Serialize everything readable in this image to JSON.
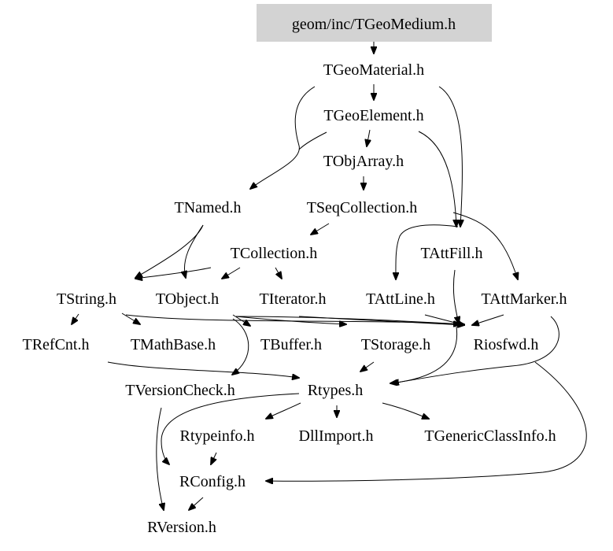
{
  "graph": {
    "root_fill": "#d3d3d3",
    "edge_color": "#000000",
    "nodes": {
      "geom_inc_TGeoMedium_h": "geom/inc/TGeoMedium.h",
      "TGeoMaterial_h": "TGeoMaterial.h",
      "TGeoElement_h": "TGeoElement.h",
      "TObjArray_h": "TObjArray.h",
      "TNamed_h": "TNamed.h",
      "TSeqCollection_h": "TSeqCollection.h",
      "TCollection_h": "TCollection.h",
      "TAttFill_h": "TAttFill.h",
      "TString_h": "TString.h",
      "TObject_h": "TObject.h",
      "TIterator_h": "TIterator.h",
      "TAttLine_h": "TAttLine.h",
      "TAttMarker_h": "TAttMarker.h",
      "TRefCnt_h": "TRefCnt.h",
      "TMathBase_h": "TMathBase.h",
      "TBuffer_h": "TBuffer.h",
      "TStorage_h": "TStorage.h",
      "Riosfwd_h": "Riosfwd.h",
      "TVersionCheck_h": "TVersionCheck.h",
      "Rtypes_h": "Rtypes.h",
      "Rtypeinfo_h": "Rtypeinfo.h",
      "DllImport_h": "DllImport.h",
      "TGenericClassInfo_h": "TGenericClassInfo.h",
      "RConfig_h": "RConfig.h",
      "RVersion_h": "RVersion.h"
    },
    "edges": [
      [
        "geom_inc_TGeoMedium_h",
        "TGeoMaterial_h"
      ],
      [
        "TGeoMaterial_h",
        "TGeoElement_h"
      ],
      [
        "TGeoMaterial_h",
        "TNamed_h"
      ],
      [
        "TGeoMaterial_h",
        "TAttFill_h"
      ],
      [
        "TGeoElement_h",
        "TObjArray_h"
      ],
      [
        "TGeoElement_h",
        "TNamed_h"
      ],
      [
        "TGeoElement_h",
        "TAttFill_h"
      ],
      [
        "TObjArray_h",
        "TSeqCollection_h"
      ],
      [
        "TSeqCollection_h",
        "TCollection_h"
      ],
      [
        "TNamed_h",
        "TString_h"
      ],
      [
        "TNamed_h",
        "TObject_h"
      ],
      [
        "TCollection_h",
        "TObject_h"
      ],
      [
        "TCollection_h",
        "TString_h"
      ],
      [
        "TCollection_h",
        "TIterator_h"
      ],
      [
        "TAttFill_h",
        "TAttLine_h"
      ],
      [
        "TAttFill_h",
        "TAttMarker_h"
      ],
      [
        "TAttFill_h",
        "Riosfwd_h"
      ],
      [
        "TString_h",
        "TRefCnt_h"
      ],
      [
        "TString_h",
        "TMathBase_h"
      ],
      [
        "TString_h",
        "Riosfwd_h"
      ],
      [
        "TObject_h",
        "TBuffer_h"
      ],
      [
        "TObject_h",
        "TStorage_h"
      ],
      [
        "TObject_h",
        "Riosfwd_h"
      ],
      [
        "TObject_h",
        "TVersionCheck_h"
      ],
      [
        "TIterator_h",
        "Riosfwd_h"
      ],
      [
        "TAttLine_h",
        "Riosfwd_h"
      ],
      [
        "TAttMarker_h",
        "Riosfwd_h"
      ],
      [
        "TAttMarker_h",
        "Rtypes_h"
      ],
      [
        "TRefCnt_h",
        "Rtypes_h"
      ],
      [
        "TStorage_h",
        "Rtypes_h"
      ],
      [
        "Riosfwd_h",
        "Rtypes_h"
      ],
      [
        "Riosfwd_h",
        "RConfig_h"
      ],
      [
        "TVersionCheck_h",
        "RVersion_h"
      ],
      [
        "Rtypes_h",
        "Rtypeinfo_h"
      ],
      [
        "Rtypes_h",
        "DllImport_h"
      ],
      [
        "Rtypes_h",
        "TGenericClassInfo_h"
      ],
      [
        "Rtypes_h",
        "RConfig_h"
      ],
      [
        "Rtypeinfo_h",
        "RConfig_h"
      ],
      [
        "RConfig_h",
        "RVersion_h"
      ]
    ]
  }
}
